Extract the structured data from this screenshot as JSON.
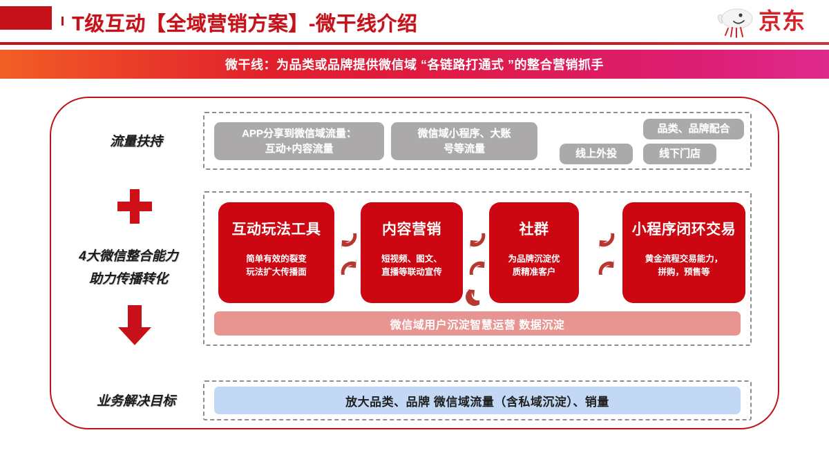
{
  "header": {
    "title": "T级互动【全域营销方案】-微干线介绍",
    "logo_text": "京东",
    "logo_icon": "jd-dog-mascot-icon",
    "accent_red": "#C5121A"
  },
  "subtitle": {
    "text": "微干线：为品类或品牌提供微信域 “各链路打通式 ”的整合营销抓手",
    "gradient_from": "#F25F25",
    "gradient_mid": "#DE1B3E",
    "gradient_to": "#DE2A8C"
  },
  "left_column": {
    "traffic_label": "流量扶持",
    "plus_icon": "plus-icon",
    "capability_label_line1": "4大微信整合能力",
    "capability_label_line2": "助力传播转化",
    "down_arrow_icon": "down-arrow-icon",
    "goal_label": "业务解决目标"
  },
  "traffic_group": {
    "box_color": "#ABA9A9",
    "boxes": [
      {
        "text": "APP分享到微信域流量：\n互动+内容流量"
      },
      {
        "text": "微信域小程序、大账\n号等流量"
      },
      {
        "text": "品类、品牌配合"
      },
      {
        "text": "线上外投"
      },
      {
        "text": "线下门店"
      }
    ]
  },
  "capability_group": {
    "card_color": "#CC0711",
    "cards": [
      {
        "title": "互动玩法工具",
        "sub": "简单有效的裂变\n玩法扩大传播面"
      },
      {
        "title": "内容营销",
        "sub": "短视频、图文、\n直播等联动宣传"
      },
      {
        "title": "社群",
        "sub": "为品牌沉淀优\n质精准客户"
      },
      {
        "title": "小程序闭环交易",
        "sub": "黄金流程交易能力，\n拼购，预售等"
      }
    ],
    "connector_icon": "cycle-arrows-icon",
    "banner": {
      "text": "微信域用户沉淀智慧运营 数据沉淀",
      "color": "#E89592"
    }
  },
  "goal_group": {
    "text": "放大品类、品牌 微信域流量（含私域沉淀）、销量",
    "color": "#C3D8F5"
  }
}
